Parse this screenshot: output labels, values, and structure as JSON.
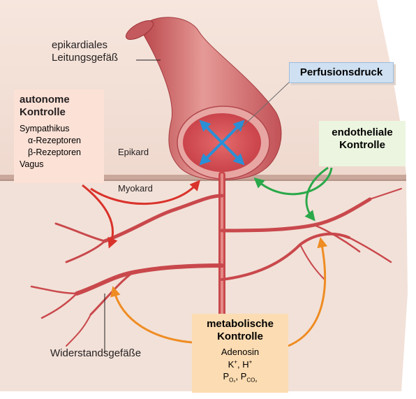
{
  "labels": {
    "vessel_top": [
      "epikardiales",
      "Leitungsgefäß"
    ],
    "epikard": "Epikard",
    "myokard": "Myokard",
    "resistance": "Widerstandsgefäße"
  },
  "autonomic": {
    "title_lines": [
      "autonome",
      "Kontrolle"
    ],
    "items": [
      "Sympathikus",
      "α-Rezeptoren",
      "β-Rezeptoren",
      "Vagus"
    ]
  },
  "perfusion": {
    "title": "Perfusionsdruck"
  },
  "endothelial": {
    "title_lines": [
      "endotheliale",
      "Kontrolle"
    ]
  },
  "metabolic": {
    "title_lines": [
      "metabolische",
      "Kontrolle"
    ],
    "items": [
      "Adenosin",
      "K",
      "+",
      ", H",
      "+",
      "P",
      "O₂",
      ", P",
      "CO₂"
    ]
  },
  "colors": {
    "autonomic_arrow": "#d9322a",
    "endothelial_arrow": "#2aa84a",
    "metabolic_arrow": "#ef8c22",
    "perfusion_arrow": "#2b8fd6",
    "vessel": "#d76a6c",
    "tissue": "#f1ddd2"
  }
}
